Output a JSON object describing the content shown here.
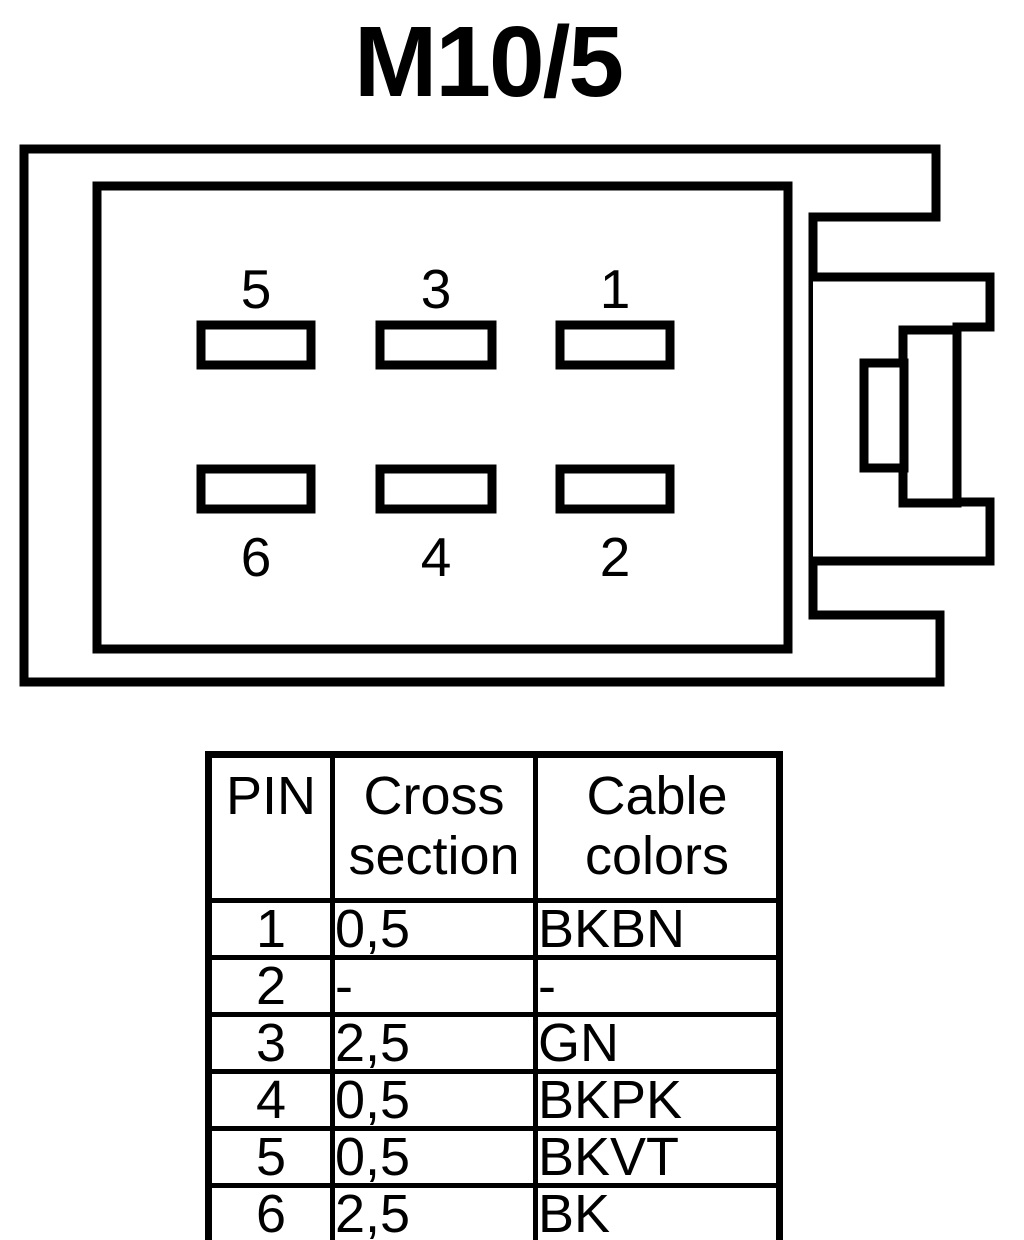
{
  "colors": {
    "ink": "#000000",
    "paper": "#ffffff"
  },
  "title": "M10/5",
  "connector": {
    "top_row_pins": [
      "5",
      "3",
      "1"
    ],
    "bottom_row_pins": [
      "6",
      "4",
      "2"
    ]
  },
  "table": {
    "headers": {
      "pin": "PIN",
      "cross_line1": "Cross",
      "cross_line2": "section",
      "cable_line1": "Cable",
      "cable_line2": "colors"
    },
    "rows": [
      {
        "pin": "1",
        "cross": "0,5",
        "color": "BKBN"
      },
      {
        "pin": "2",
        "cross": "-",
        "color": "-"
      },
      {
        "pin": "3",
        "cross": "2,5",
        "color": "GN"
      },
      {
        "pin": "4",
        "cross": "0,5",
        "color": "BKPK"
      },
      {
        "pin": "5",
        "cross": "0,5",
        "color": "BKVT"
      },
      {
        "pin": "6",
        "cross": "2,5",
        "color": "BK"
      }
    ]
  }
}
